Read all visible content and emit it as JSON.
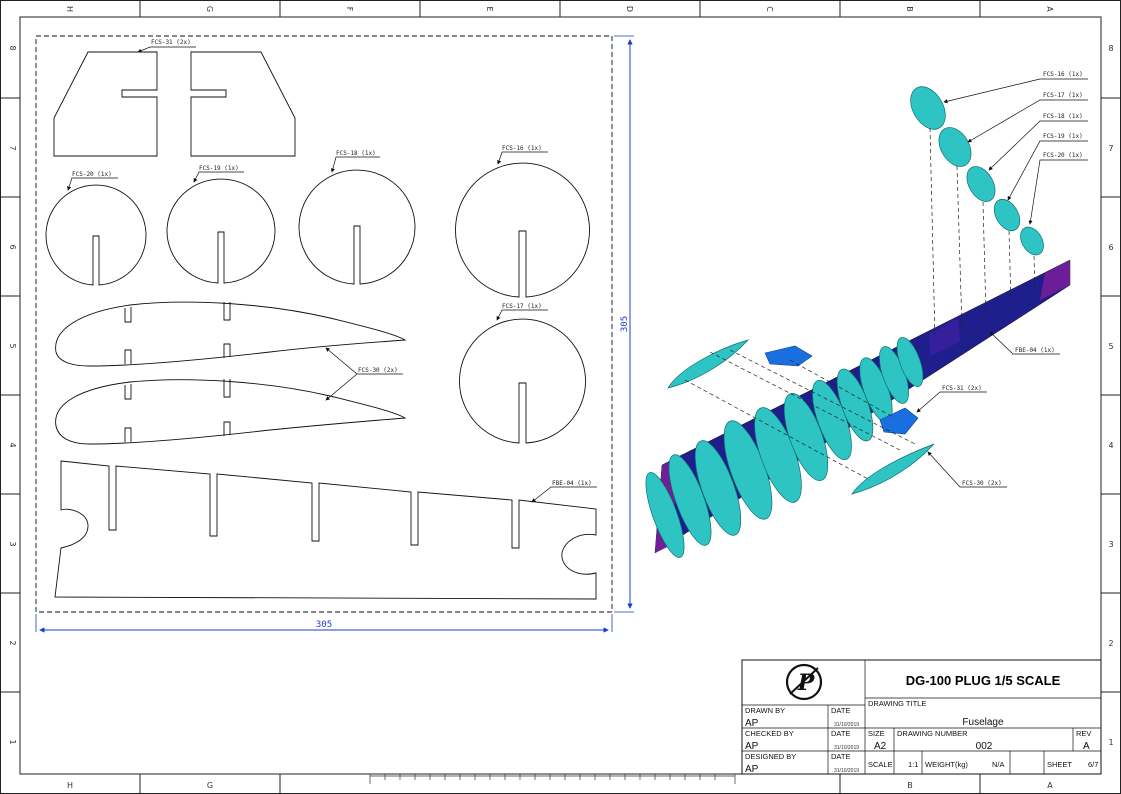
{
  "zones": {
    "columns": [
      "H",
      "G",
      "F",
      "E",
      "D",
      "C",
      "B",
      "A"
    ],
    "rows": [
      "8",
      "7",
      "6",
      "5",
      "4",
      "3",
      "2",
      "1"
    ]
  },
  "dimensions": {
    "width": "305",
    "height": "305"
  },
  "flat_parts": {
    "fcs31": "FCS-31 (2x)",
    "fcs20": "FCS-20 (1x)",
    "fcs19": "FCS-19 (1x)",
    "fcs18": "FCS-18 (1x)",
    "fcs16": "FCS-16 (1x)",
    "fcs17": "FCS-17 (1x)",
    "fcs30": "FCS-30 (2x)",
    "fbe04": "FBE-04 (1x)"
  },
  "assembly_callouts": {
    "fcs16": "FCS-16 (1x)",
    "fcs17": "FCS-17 (1x)",
    "fcs18": "FCS-18 (1x)",
    "fcs19": "FCS-19 (1x)",
    "fcs20": "FCS-20 (1x)",
    "fbe04": "FBE-04 (1x)",
    "fcs31": "FCS-31 (2x)",
    "fcs30": "FCS-30 (2x)"
  },
  "colors": {
    "line": "#111111",
    "dimension": "#1a3dd6",
    "former": "#2ec4c4",
    "keel_dark": "#1e1e8c",
    "keel_magenta": "#7a1f9a",
    "tab_blue": "#1a6fe0"
  },
  "title_block": {
    "logo": "P",
    "title": "DG-100 PLUG 1/5 SCALE",
    "drawing_title_label": "DRAWING TITLE",
    "drawing_title": "Fuselage",
    "drawn_by_label": "DRAWN BY",
    "drawn_by": "AP",
    "checked_by_label": "CHECKED BY",
    "checked_by": "AP",
    "designed_by_label": "DESIGNED BY",
    "designed_by": "AP",
    "date_label": "DATE",
    "date_drawn": "31/10/2019",
    "date_checked": "31/10/2019",
    "date_designed": "31/10/2019",
    "size_label": "SIZE",
    "size": "A2",
    "drawing_number_label": "DRAWING NUMBER",
    "drawing_number": "002",
    "rev_label": "REV",
    "rev": "A",
    "scale_label": "SCALE",
    "scale": "1:1",
    "weight_label": "WEIGHT(kg)",
    "weight": "N/A",
    "sheet_label": "SHEET",
    "sheet": "6/7"
  }
}
